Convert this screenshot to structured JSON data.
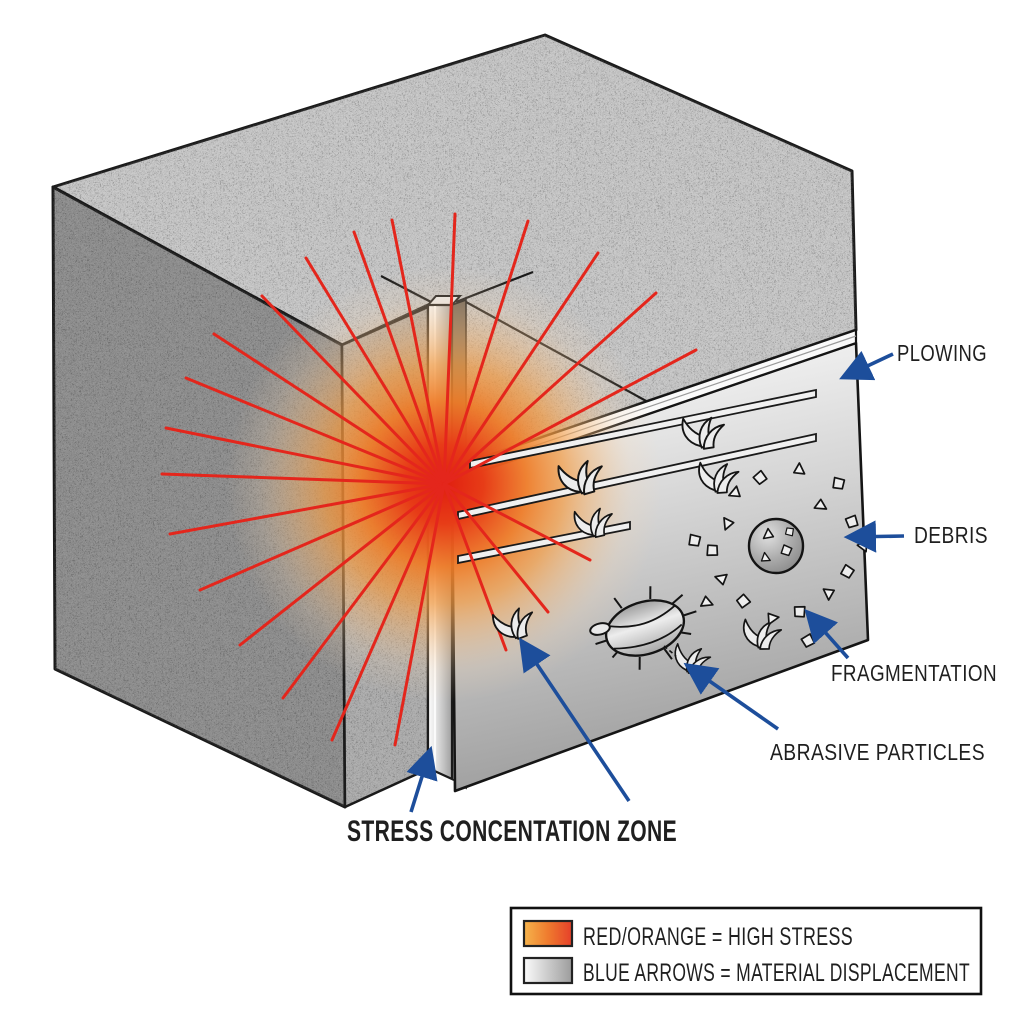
{
  "diagram": {
    "type": "abrasive-wear-mechanism-illustration",
    "labels": {
      "plowing": "PLOWING",
      "debris": "DEBRIS",
      "fragmentation": "FRAGMENTATION",
      "abrasive_particles": "ABRASIVE PARTICLES",
      "stress_zone": "STRESS CONCENTATION ZONE"
    },
    "legend": {
      "items": [
        {
          "swatch": "red-orange-gradient",
          "label": "RED/ORANGE = HIGH STRESS"
        },
        {
          "swatch": "gray-gradient",
          "label": "BLUE ARROWS = MATERIAL DISPLACEMENT"
        }
      ]
    },
    "colors": {
      "arrow_blue": "#1d4e9b",
      "stress_red": "#e4261c",
      "glow_orange": "#ef7b2e",
      "block_top": "#c7c7c7",
      "block_left": "#8d8d8d",
      "block_front": "#b2b2b2",
      "outline": "#1a1a1a",
      "text": "#1f1f1f"
    }
  }
}
